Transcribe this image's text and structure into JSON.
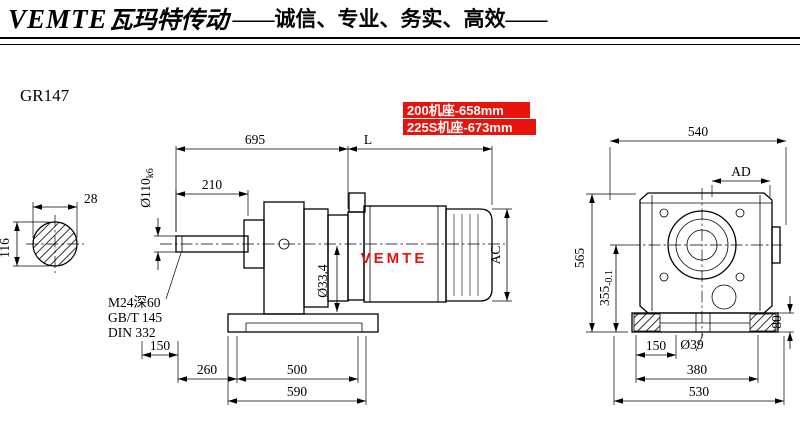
{
  "header": {
    "brand_en": "VEMTE",
    "brand_cn": "瓦玛特传动",
    "slogan": "——诚信、专业、务实、高效——"
  },
  "drawing": {
    "model": "GR147",
    "highlight_notes": [
      "200机座-658mm",
      "225S机座-673mm"
    ],
    "watermark": "VEMTE",
    "colors": {
      "highlight_bg": "#e8130c",
      "watermark_red": "#e8130c",
      "line": "#000000"
    },
    "shaft_view": {
      "dim_width": "28",
      "dim_height": "116"
    },
    "side_view": {
      "dim_length_total": "695",
      "dim_motor_length": "L",
      "dim_shaft_length": "210",
      "dim_shaft_dia": "Ø110",
      "dim_shaft_dia_tol": "k6",
      "dim_hole": "Ø33.4",
      "thread_notes": [
        "M24深60",
        "GB/T 145",
        "DIN 332"
      ],
      "dim_foot_hole": "150",
      "dim_foot_front": "260",
      "dim_foot_span": "500",
      "dim_foot_total": "590",
      "dim_motor_dia": "AC"
    },
    "end_view": {
      "dim_width_top": "540",
      "dim_ad": "AD",
      "dim_height": "565",
      "dim_center_height": "355",
      "dim_center_height_tol": "-0.1",
      "dim_foot_left": "150",
      "dim_hole_dia": "Ø39",
      "dim_foot_span": "380",
      "dim_foot_height": "80",
      "dim_width_bottom": "530"
    }
  }
}
